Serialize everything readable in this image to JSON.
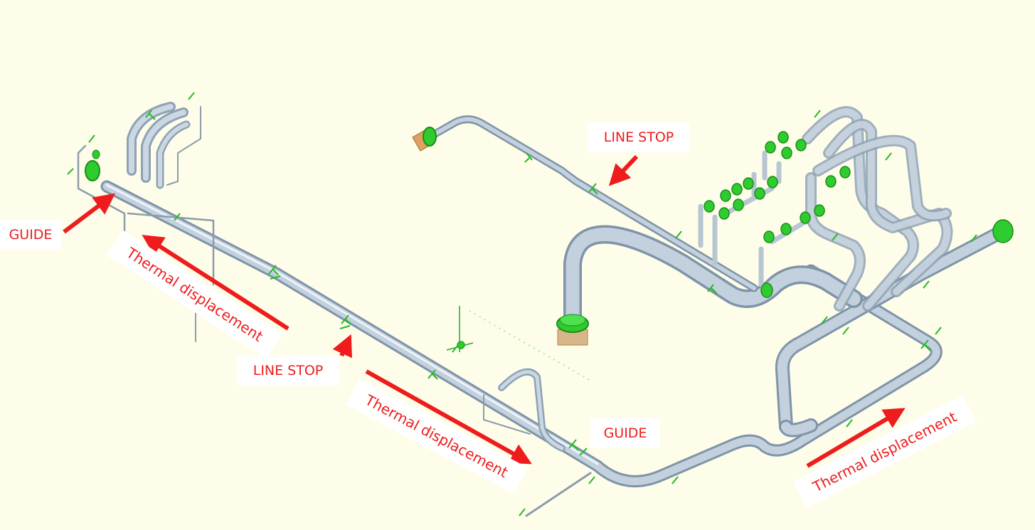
{
  "labels": {
    "guide_left": "GUIDE",
    "guide_bottom": "GUIDE",
    "line_stop_top": "LINE STOP",
    "line_stop_mid": "LINE STOP",
    "thermal_left": "Thermal displacement",
    "thermal_mid": "Thermal displacement",
    "thermal_right": "Thermal displacement"
  },
  "colors": {
    "background": "#fdfde9",
    "pipe": "#b4c4d4",
    "support": "#22bb22",
    "annotation": "#ee1c1c"
  }
}
